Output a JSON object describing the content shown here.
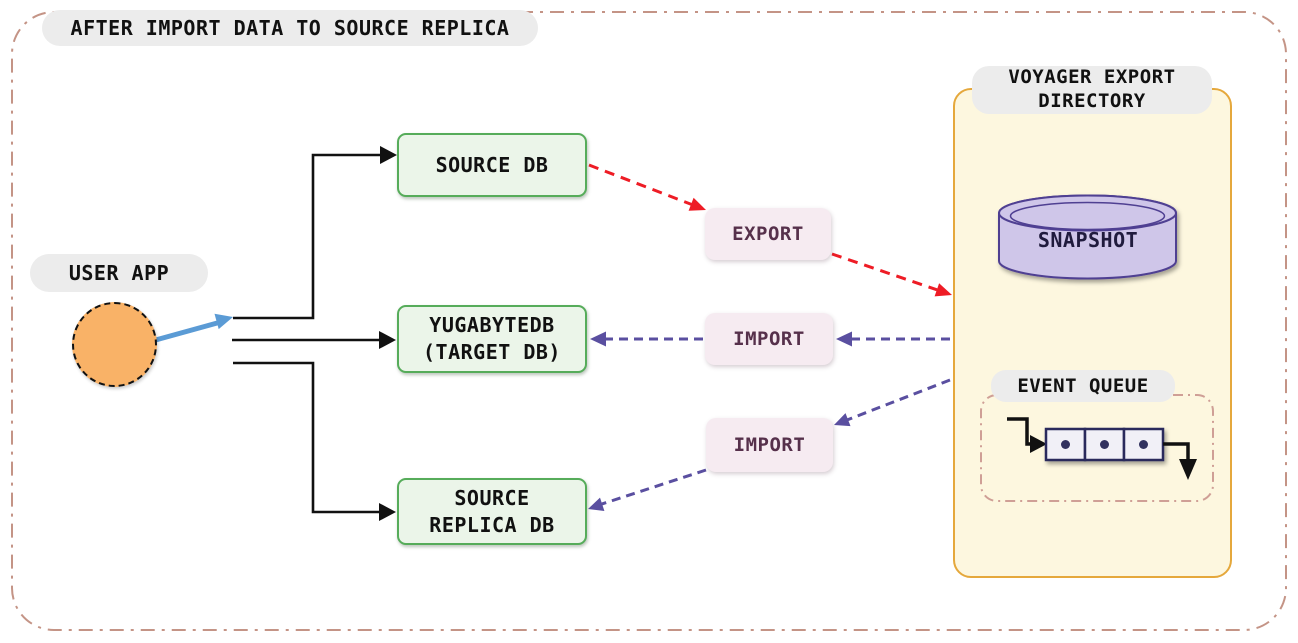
{
  "diagram": {
    "title": "AFTER IMPORT DATA TO SOURCE REPLICA",
    "user_app": {
      "label": "USER APP"
    },
    "databases": [
      {
        "id": "source-db",
        "label": "SOURCE DB"
      },
      {
        "id": "target-db",
        "label": "YUGABYTEDB\n(TARGET DB)"
      },
      {
        "id": "source-replica-db",
        "label": "SOURCE\nREPLICA DB"
      }
    ],
    "operations": [
      {
        "id": "export",
        "label": "EXPORT"
      },
      {
        "id": "import-target",
        "label": "IMPORT"
      },
      {
        "id": "import-replica",
        "label": "IMPORT"
      }
    ],
    "voyager": {
      "title": "VOYAGER EXPORT\nDIRECTORY",
      "snapshot_label": "SNAPSHOT",
      "event_queue_label": "EVENT QUEUE",
      "queue_item_count": 3
    },
    "flows": [
      {
        "from": "user-app",
        "to": "all-databases",
        "style": "blue-solid"
      },
      {
        "from": "source-db",
        "via": "export",
        "to": "voyager-export-directory",
        "style": "red-dashed"
      },
      {
        "from": "voyager-export-directory",
        "via": "import-target",
        "to": "target-db",
        "style": "purple-dashed"
      },
      {
        "from": "voyager-export-directory",
        "via": "import-replica",
        "to": "source-replica-db",
        "style": "purple-dashed"
      }
    ],
    "colors": {
      "green_node_fill": "#ebf5e9",
      "green_node_border": "#56ac5a",
      "pink_op_fill": "#f6ebf1",
      "pink_op_text": "#56304b",
      "panel_fill": "#fdf7df",
      "panel_border": "#e5a83c",
      "pill_gray": "#ececec",
      "user_app_orange": "#f9b267",
      "arrow_blue": "#5b9bd5",
      "arrow_red": "#ee1c25",
      "arrow_purple": "#5a4fa0",
      "arrow_black": "#111111",
      "snapshot_fill": "#cfc6e9",
      "snapshot_border": "#4f3f92",
      "queue_box_border": "#29295c",
      "dashdot_frame": "#c49486"
    }
  }
}
